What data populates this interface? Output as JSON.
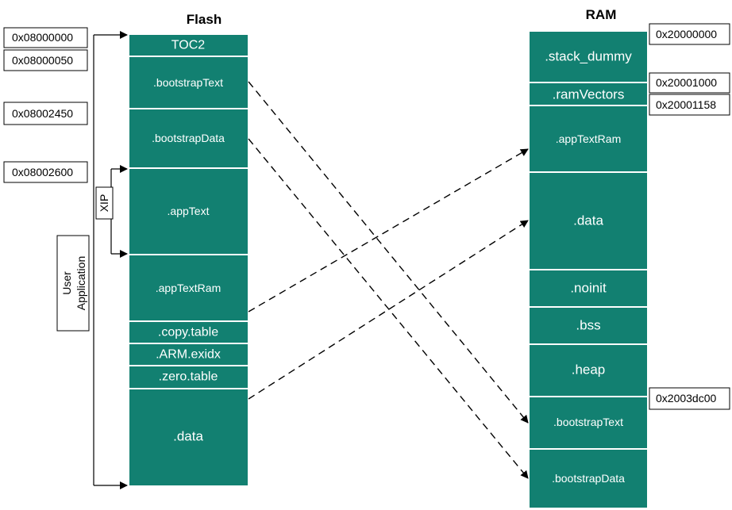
{
  "flash": {
    "title": "Flash",
    "segments": [
      "TOC2",
      ".bootstrapText",
      ".bootstrapData",
      ".appText",
      ".appTextRam",
      ".copy.table",
      ".ARM.exidx",
      ".zero.table",
      ".data"
    ]
  },
  "ram": {
    "title": "RAM",
    "segments": [
      ".stack_dummy",
      ".ramVectors",
      ".appTextRam",
      ".data",
      ".noinit",
      ".bss",
      ".heap",
      ".bootstrapText",
      ".bootstrapData"
    ]
  },
  "flash_addresses": [
    "0x08000000",
    "0x08000050",
    "0x08002450",
    "0x08002600"
  ],
  "ram_addresses": [
    "0x20000000",
    "0x20001000",
    "0x20001158",
    "0x2003dc00"
  ],
  "labels": {
    "xip": "XIP",
    "user_application_line1": "User",
    "user_application_line2": "Application"
  },
  "colors": {
    "segment_fill": "#128071",
    "segment_divider": "#ffffff",
    "line": "#000000"
  }
}
